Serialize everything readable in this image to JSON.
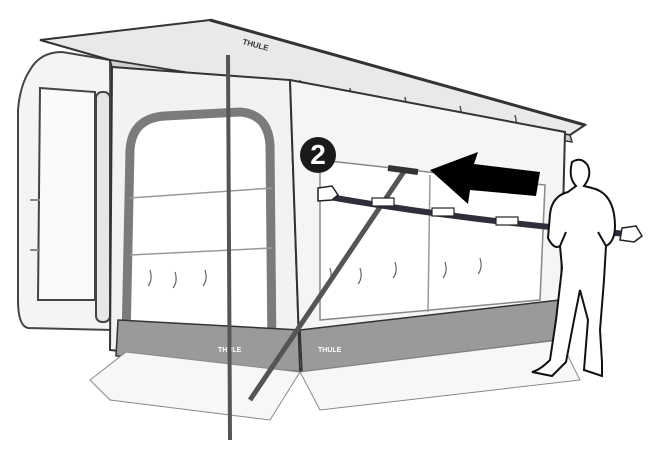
{
  "figure": {
    "step_number": "2",
    "brand_marks": [
      "THULE",
      "THULE",
      "THULE"
    ],
    "illustration": "awning-side-wall-install"
  },
  "colors": {
    "line": "#222222",
    "frame": "#555555",
    "canvas": "#d9d9d9",
    "skirt": "#9a9a9a",
    "strap": "#2e2e3c",
    "arrow": "#000000",
    "badge": "#1a1a1a"
  },
  "icons": [
    "step-number-badge",
    "direction-arrow",
    "person-outline"
  ]
}
